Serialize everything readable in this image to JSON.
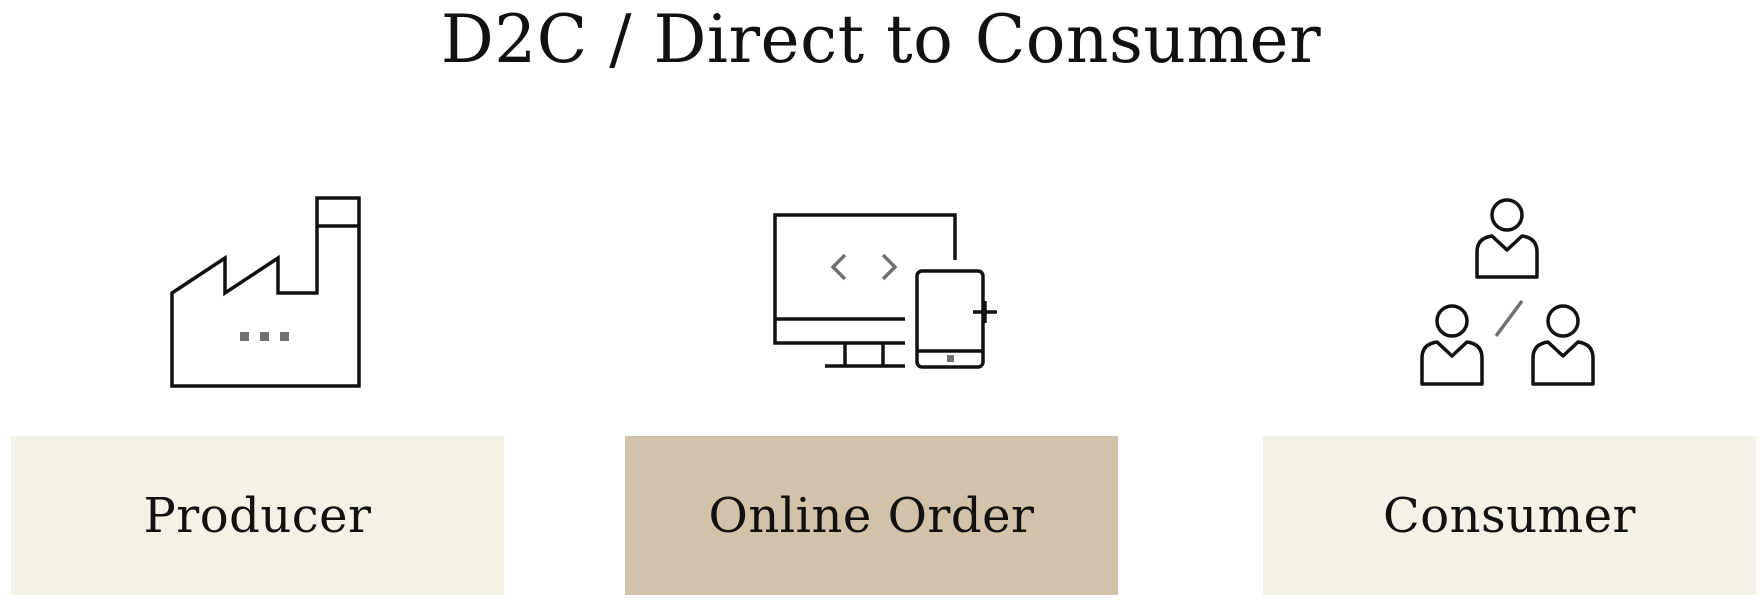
{
  "title": "D2C / Direct to Consumer",
  "steps": [
    {
      "label": "Producer",
      "icon": "factory-icon"
    },
    {
      "label": "Online Order",
      "icon": "desktop-mobile-icon"
    },
    {
      "label": "Consumer",
      "icon": "people-group-icon"
    }
  ],
  "colors": {
    "box_light": "#f4f1e6",
    "box_highlight": "#d1c2a9",
    "icon_stroke": "#111111",
    "icon_accent": "#707070"
  }
}
